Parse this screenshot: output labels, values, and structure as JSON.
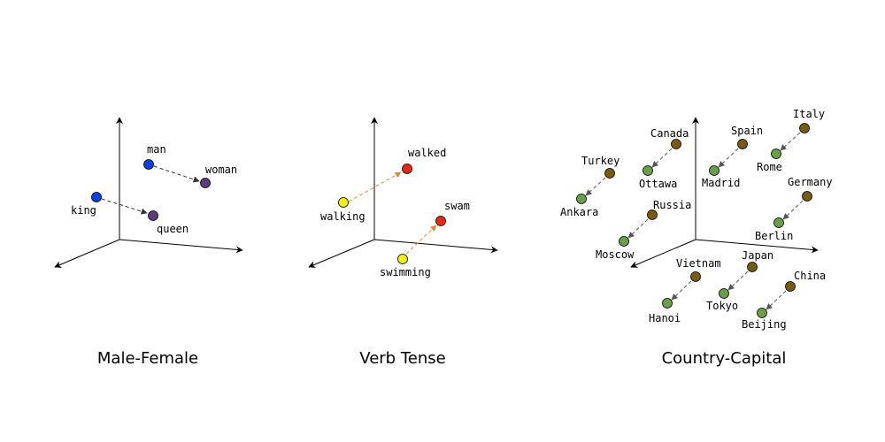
{
  "colors": {
    "male_female_base": "#1040e0",
    "male_female_target": "#5e3a80",
    "verb_base": "#f0f018",
    "verb_target": "#e82810",
    "verb_arrow": "#d88c38",
    "country": "#7a5a10",
    "capital": "#68a048",
    "gray_arrow": "#555555",
    "dark_arrow": "#333333"
  },
  "panels": [
    {
      "id": "male-female",
      "title": "Male-Female",
      "words": [
        {
          "key": "man",
          "label": "man"
        },
        {
          "key": "woman",
          "label": "woman"
        },
        {
          "key": "king",
          "label": "king"
        },
        {
          "key": "queen",
          "label": "queen"
        }
      ]
    },
    {
      "id": "verb-tense",
      "title": "Verb Tense",
      "words": [
        {
          "key": "walking",
          "label": "walking"
        },
        {
          "key": "walked",
          "label": "walked"
        },
        {
          "key": "swimming",
          "label": "swimming"
        },
        {
          "key": "swam",
          "label": "swam"
        }
      ]
    },
    {
      "id": "country-capital",
      "title": "Country-Capital",
      "words": [
        {
          "key": "turkey",
          "label": "Turkey"
        },
        {
          "key": "ankara",
          "label": "Ankara"
        },
        {
          "key": "canada",
          "label": "Canada"
        },
        {
          "key": "ottawa",
          "label": "Ottawa"
        },
        {
          "key": "spain",
          "label": "Spain"
        },
        {
          "key": "madrid",
          "label": "Madrid"
        },
        {
          "key": "italy",
          "label": "Italy"
        },
        {
          "key": "rome",
          "label": "Rome"
        },
        {
          "key": "russia",
          "label": "Russia"
        },
        {
          "key": "moscow",
          "label": "Moscow"
        },
        {
          "key": "germany",
          "label": "Germany"
        },
        {
          "key": "berlin",
          "label": "Berlin"
        },
        {
          "key": "vietnam",
          "label": "Vietnam"
        },
        {
          "key": "hanoi",
          "label": "Hanoi"
        },
        {
          "key": "japan",
          "label": "Japan"
        },
        {
          "key": "tokyo",
          "label": "Tokyo"
        },
        {
          "key": "china",
          "label": "China"
        },
        {
          "key": "beijing",
          "label": "Beijing"
        }
      ]
    }
  ]
}
